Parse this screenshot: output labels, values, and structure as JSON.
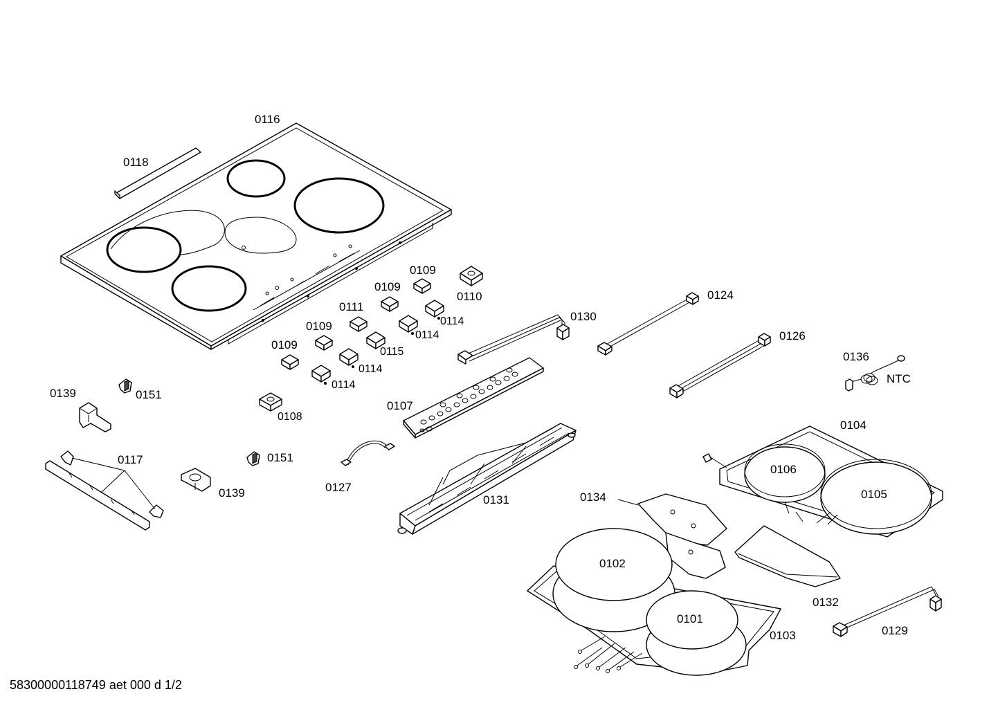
{
  "labels": {
    "p0116": "0116",
    "p0118": "0118",
    "p0109a": "0109",
    "p0109b": "0109",
    "p0109c": "0109",
    "p0109d": "0109",
    "p0110": "0110",
    "p0111": "0111",
    "p0114a": "0114",
    "p0114b": "0114",
    "p0114c": "0114",
    "p0114d": "0114",
    "p0115": "0115",
    "p0108": "0108",
    "p0130": "0130",
    "p0124": "0124",
    "p0126": "0126",
    "p0136": "0136",
    "ntc": "NTC",
    "p0104": "0104",
    "p0106": "0106",
    "p0105": "0105",
    "p0107": "0107",
    "p0139a": "0139",
    "p0139b": "0139",
    "p0151a": "0151",
    "p0151b": "0151",
    "p0117": "0117",
    "p0127": "0127",
    "p0131": "0131",
    "p0134": "0134",
    "p0102": "0102",
    "p0101": "0101",
    "p0103": "0103",
    "p0132": "0132",
    "p0129": "0129"
  },
  "footer": "58300000118749 aet 000 d 1/2"
}
